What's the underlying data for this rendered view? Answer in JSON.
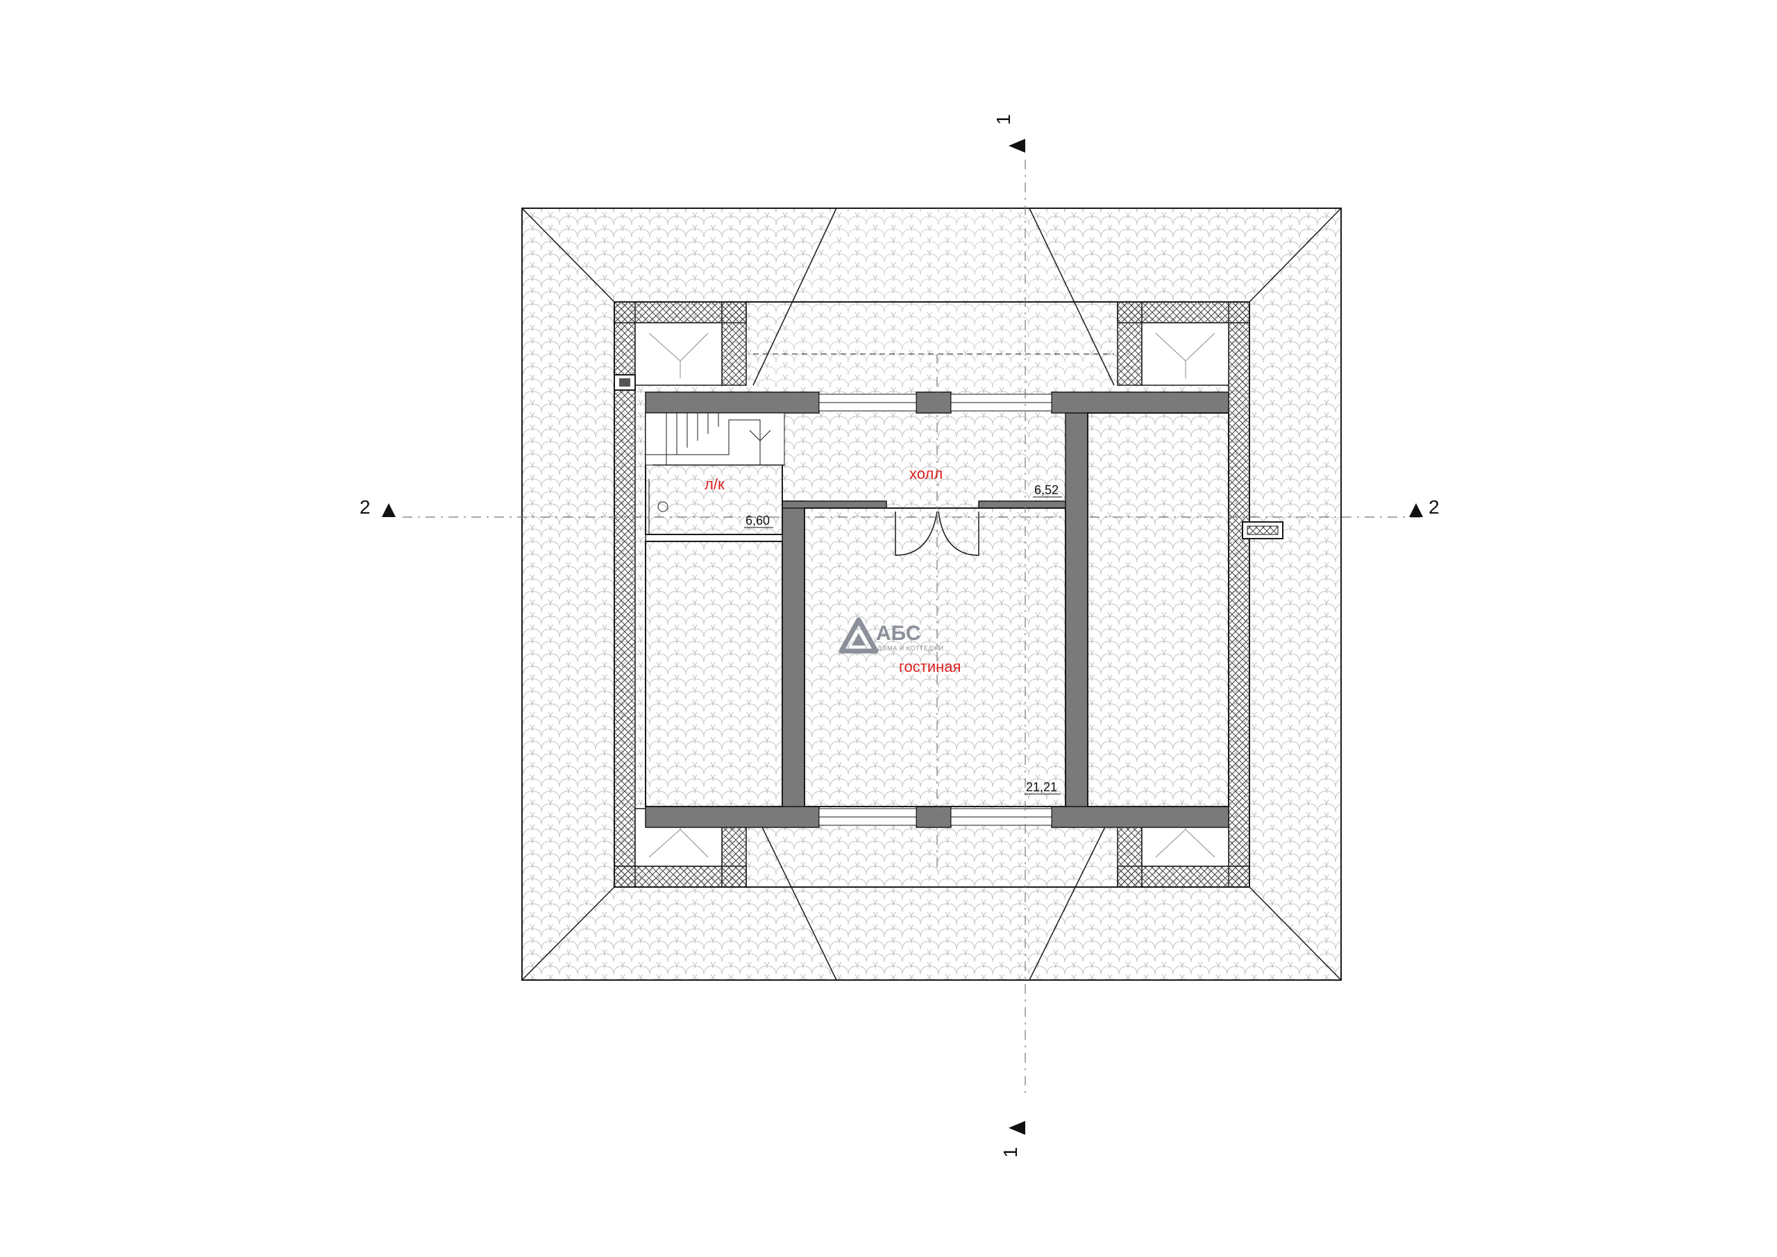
{
  "rooms": {
    "hall": {
      "name": "холл",
      "area": "6,52"
    },
    "stair": {
      "name": "л/к",
      "area": "6,60"
    },
    "living": {
      "name": "гостиная",
      "area": "21,21"
    }
  },
  "section_marks": {
    "vertical_top": "1",
    "vertical_bottom": "1",
    "horizontal_left": "2",
    "horizontal_right": "2"
  },
  "logo": {
    "text": "АБС",
    "subtitle": "ДОМА И КОТТЕДЖИ"
  },
  "colors": {
    "wall": "#7a7a7a",
    "outline": "#1a1a1a",
    "room_label": "#e02020",
    "logo": "#8b9099",
    "tile": "#bdbdbd"
  }
}
